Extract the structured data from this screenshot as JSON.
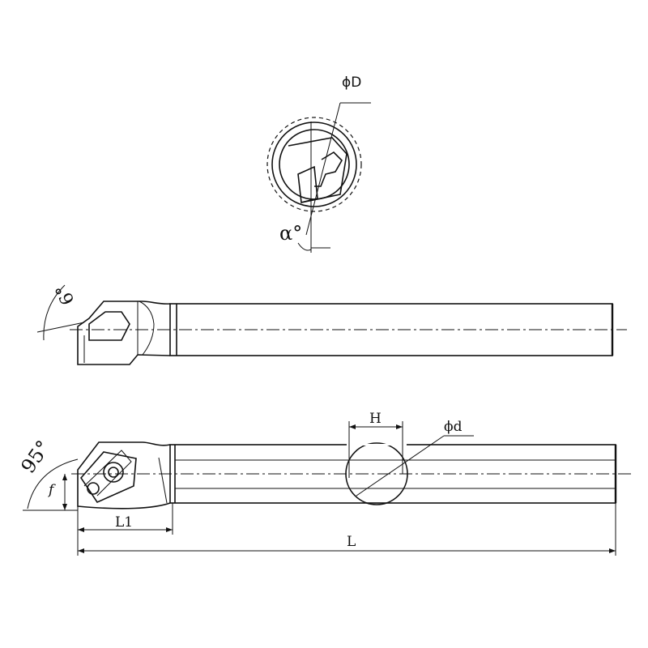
{
  "diagram": {
    "labels": {
      "phi_D": "ϕD",
      "alpha": "α°",
      "side_angle": "6°",
      "approach_angle": "95°",
      "H": "H",
      "phi_d": "ϕd",
      "f": "f",
      "L1": "L1",
      "L": "L"
    },
    "line_color": "#111111"
  }
}
